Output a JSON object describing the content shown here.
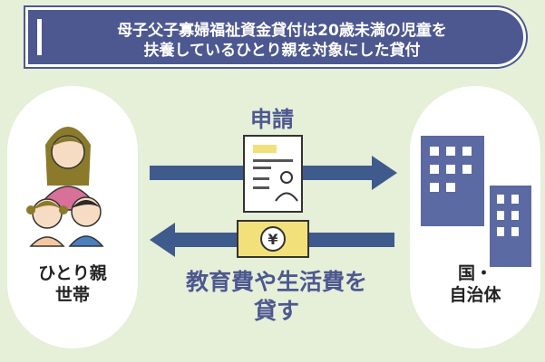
{
  "header": {
    "title_line1": "母子父子寡婦福祉資金貸付は20歳未満の児童を",
    "title_line2": "扶養しているひとり親を対象にした貸付"
  },
  "left": {
    "label_line1": "ひとり親",
    "label_line2": "世帯"
  },
  "right": {
    "label_line1": "国・",
    "label_line2": "自治体"
  },
  "flow": {
    "top_label": "申請",
    "bottom_line1": "教育費や生活費を",
    "bottom_line2": "貸す",
    "money_symbol": "¥"
  },
  "colors": {
    "background": "#e6efd8",
    "banner": "#4d5891",
    "arrow": "#3f5a8c",
    "building": "#5b6aa3",
    "bill": "#f2e17a"
  }
}
